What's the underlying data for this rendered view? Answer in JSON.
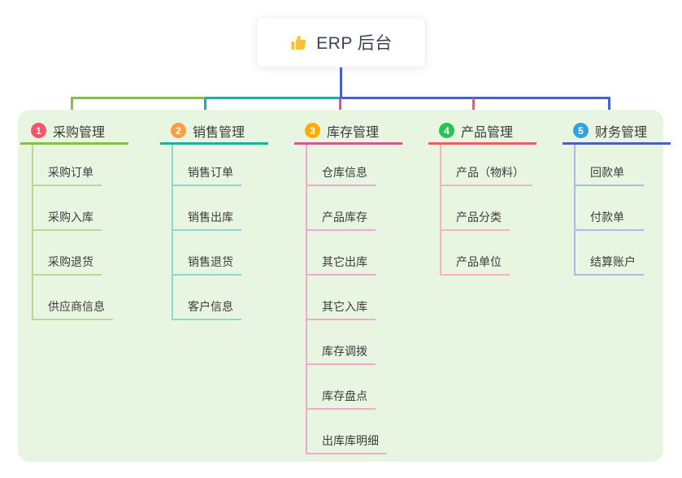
{
  "root": {
    "label": "ERP 后台",
    "icon": "thumbs-up-icon",
    "icon_color": "#f7c331"
  },
  "colors": {
    "blue": "#4a5fc9",
    "green": "#82c142",
    "teal": "#14b3a6",
    "magenta": "#d9529c",
    "red": "#f5585e",
    "panel_background": "#e7f5e1"
  },
  "branches": [
    {
      "number": "1",
      "title": "采购管理",
      "badge_color": "#f5566d",
      "line_color": "#82c142",
      "child_line_color": "#b5da92",
      "items": [
        "采购订单",
        "采购入库",
        "采购退货",
        "供应商信息"
      ]
    },
    {
      "number": "2",
      "title": "销售管理",
      "badge_color": "#ff9d45",
      "line_color": "#14b3a6",
      "child_line_color": "#8ed8cf",
      "items": [
        "销售订单",
        "销售出库",
        "销售退货",
        "客户信息"
      ]
    },
    {
      "number": "3",
      "title": "库存管理",
      "badge_color": "#ffae00",
      "line_color": "#d9529c",
      "child_line_color": "#eda9d2",
      "items": [
        "仓库信息",
        "产品库存",
        "其它出库",
        "其它入库",
        "库存调拨",
        "库存盘点",
        "出库库明细"
      ]
    },
    {
      "number": "4",
      "title": "产品管理",
      "badge_color": "#2cc157",
      "line_color": "#f5585e",
      "child_line_color": "#f9b3b6",
      "items": [
        "产品（物料）",
        "产品分类",
        "产品单位"
      ]
    },
    {
      "number": "5",
      "title": "财务管理",
      "badge_color": "#2fa2e0",
      "line_color": "#4a5fc9",
      "child_line_color": "#a9bce9",
      "items": [
        "回款单",
        "付款单",
        "结算账户"
      ]
    }
  ]
}
